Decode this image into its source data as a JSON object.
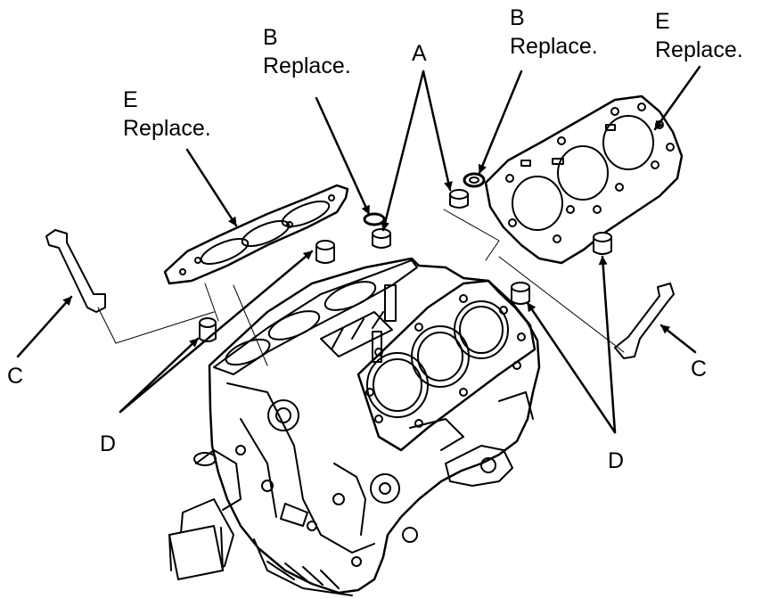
{
  "callouts": [
    {
      "letter": "A"
    },
    {
      "letter": "B",
      "note": "Replace."
    },
    {
      "letter": "B",
      "note": "Replace."
    },
    {
      "letter": "E",
      "note": "Replace."
    },
    {
      "letter": "E",
      "note": "Replace."
    },
    {
      "letter": "C"
    },
    {
      "letter": "C"
    },
    {
      "letter": "D"
    },
    {
      "letter": "D"
    }
  ]
}
